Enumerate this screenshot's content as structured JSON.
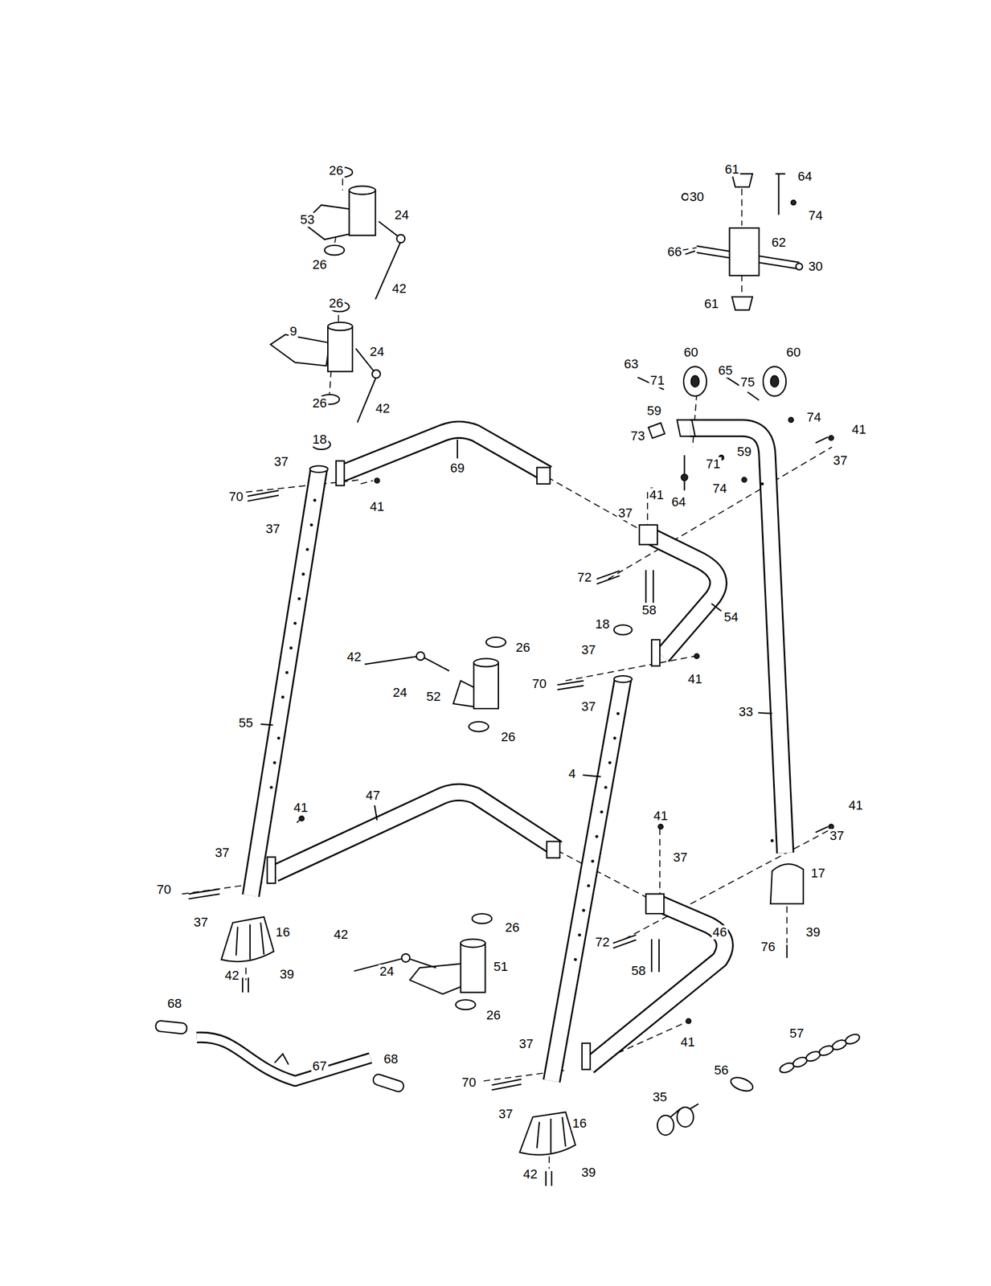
{
  "diagram": {
    "labels": [
      "26",
      "53",
      "24",
      "26",
      "42",
      "26",
      "9",
      "24",
      "26",
      "42",
      "18",
      "37",
      "70",
      "37",
      "41",
      "69",
      "61",
      "64",
      "30",
      "74",
      "66",
      "62",
      "30",
      "61",
      "60",
      "60",
      "63",
      "71",
      "65",
      "75",
      "59",
      "73",
      "74",
      "41",
      "37",
      "59",
      "71",
      "74",
      "41",
      "64",
      "37",
      "72",
      "58",
      "54",
      "18",
      "37",
      "41",
      "70",
      "37",
      "42",
      "24",
      "26",
      "52",
      "26",
      "55",
      "4",
      "33",
      "47",
      "41",
      "37",
      "70",
      "37",
      "16",
      "42",
      "39",
      "41",
      "37",
      "41",
      "37",
      "17",
      "72",
      "58",
      "46",
      "39",
      "76",
      "42",
      "26",
      "24",
      "51",
      "26",
      "68",
      "67",
      "68",
      "41",
      "37",
      "70",
      "37",
      "16",
      "42",
      "39",
      "57",
      "56",
      "35"
    ]
  }
}
